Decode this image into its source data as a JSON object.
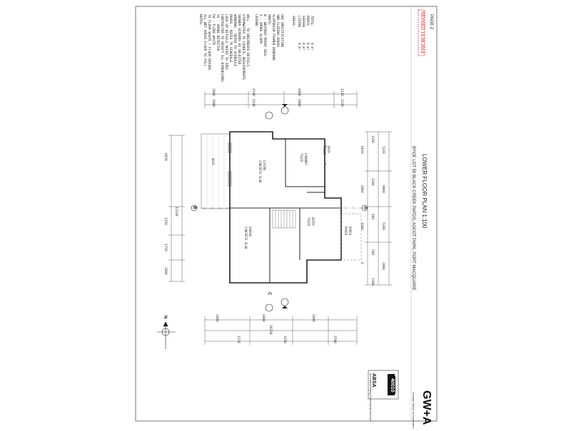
{
  "sheet": {
    "revision_box": "REVISED 19-08-2019",
    "page": "PAGE 2",
    "title": "LOWER FLOOR PLAN 1:100",
    "subtitle": "BYOE LOT 59 BLACK CREEK PARDS, ASCOT PARK, PORT MACQUARIE"
  },
  "notes": {
    "legend": [
      "NOTES:",
      "ALL WET AREAS FLOOR TO FALL",
      "TO FLOOR WASTE / FLOOR DRAINS",
      "FW - FLOOR WASTE",
      "SS - SMOKE DETECTOR",
      "CONTRACTOR TO VERIFY ALL DIMENSIONS",
      "LOCK-UP DETAILS REFER TO SPEC",
      "DOORS - REFER TO SCHEDULE",
      "WINDOWS - REFER TO SCHEDULE",
      "SHOWER SCREENS AS SELECTED",
      "STORMWATER TO COUNCIL REQUIREMENTS",
      "WALL - TO ENGINEERS DETAILS"
    ],
    "symbols": [
      "LEGEND:",
      "S - SMOKE ALARM",
      "W - WEATHER PROOF SEAL",
      "VENTS:",
      "ALUMINIUM FRAMED WINDOWS",
      "AND SLIDING DOORS",
      "SEE SPECIFICATION"
    ],
    "areas_header": "AREAS:",
    "areas": [
      {
        "label": "LIVING",
        "value": "0 m²"
      },
      {
        "label": "GARAGE",
        "value": "0 m²"
      },
      {
        "label": "PORCH",
        "value": "0 m²"
      },
      {
        "label": "TOTAL",
        "value": "0 m²"
      }
    ]
  },
  "dimensions": {
    "top_chain": [
      "2600",
      "4540",
      "4800",
      "1220"
    ],
    "top_sub": [
      "2600",
      "4540",
      "4800",
      "1220"
    ],
    "bottom_chain": [
      "2600",
      "4800",
      "2600"
    ],
    "bottom_total": "10230",
    "bottom_sub": [
      "1570",
      "3250",
      "2590"
    ],
    "left_chain": [
      "2800",
      "1750",
      "3150",
      "6050"
    ],
    "left_total": "15330",
    "right_chain": [
      "6650",
      "4860",
      "3200",
      "0"
    ],
    "right_sub": [
      "1150",
      "1200",
      "460",
      "560",
      "1100"
    ],
    "right_labels": [
      "5220",
      "0060",
      "5280",
      "2000"
    ]
  },
  "rooms": [
    {
      "name": "GARAGE",
      "note": "CONCRETE SLAB"
    },
    {
      "name": "LIVING",
      "note": "CONCRETE SLAB"
    },
    {
      "name": "PORCH",
      "note": "PAVED"
    },
    {
      "name": "ENTRY",
      "note": "TILED"
    },
    {
      "name": "LAUNDRY",
      "note": "TILED"
    },
    {
      "name": "BATH",
      "note": "TILED"
    }
  ],
  "plan_labels": {
    "deck": "DECK",
    "section_a": "A",
    "section_b": "B",
    "section_c": "C",
    "north": "N"
  },
  "branding": {
    "logo": "GW+A",
    "logo_sub": "Graham Wilson & Associates",
    "absa_logo": "ABSA",
    "absa_sub": "Accredited Building Sustainability Assessor",
    "absa_badge": "40010"
  }
}
